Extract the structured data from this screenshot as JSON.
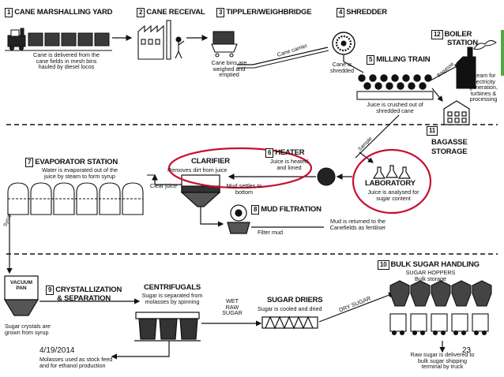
{
  "slide": {
    "date": "4/19/2014",
    "page_number": "23",
    "accent_bar_color": "#53a93f",
    "highlight_color": "#c8102e"
  },
  "diagram": {
    "steps": {
      "s1": {
        "num": "1",
        "title": "CANE MARSHALLING YARD",
        "desc_l1": "Cane is delivered from the",
        "desc_l2": "cane fields in mesh bins",
        "desc_l3": "hauled by diesel locos"
      },
      "s2": {
        "num": "2",
        "title": "CANE RECEIVAL"
      },
      "s3": {
        "num": "3",
        "title": "TIPPLER/WEIGHBRIDGE",
        "desc_l1": "Cane bins are",
        "desc_l2": "weighed and",
        "desc_l3": "emptied"
      },
      "s4": {
        "num": "4",
        "title": "SHREDDER",
        "desc_l1": "Cane is",
        "desc_l2": "shredded"
      },
      "s5": {
        "num": "5",
        "title": "MILLING TRAIN",
        "desc_l1": "Juice is crushed out of",
        "desc_l2": "shredded cane"
      },
      "s6": {
        "num": "6",
        "title": "HEATER",
        "desc_l1": "Juice is heated",
        "desc_l2": "and limed"
      },
      "s7": {
        "num": "7",
        "title": "EVAPORATOR STATION",
        "desc_l1": "Water is evaporated out of the",
        "desc_l2": "juice by steam to form syrup"
      },
      "s8": {
        "num": "8",
        "title": "MUD FILTRATION",
        "desc_l1": "Mud is returned to the",
        "desc_l2": "Canefields as fertiliser"
      },
      "s9": {
        "num": "9",
        "title_l1": "CRYSTALLIZATION",
        "title_l2": "& SEPARATION"
      },
      "s10": {
        "num": "10",
        "title": "BULK SUGAR HANDLING",
        "sub_l1": "SUGAR HOPPERS",
        "sub_l2": "Bulk storage",
        "desc_l1": "Raw sugar is delivered to",
        "desc_l2": "bulk sugar shipping",
        "desc_l3": "terminal by truck"
      },
      "s11": {
        "num": "11",
        "title_l1": "BAGASSE",
        "title_l2": "STORAGE"
      },
      "s12": {
        "num": "12",
        "title_l1": "BOILER",
        "title_l2": "STATION",
        "desc_l1": "Steam for",
        "desc_l2": "electricity",
        "desc_l3": "generation,",
        "desc_l4": "turbines &",
        "desc_l5": "processing"
      },
      "lab": {
        "title": "LABORATORY",
        "desc_l1": "Juice is analysed for",
        "desc_l2": "sugar content"
      },
      "clarifier": {
        "title": "CLARIFIER",
        "desc": "Removes dirt from juice",
        "mud_l1": "Mud settles to",
        "mud_l2": "bottom"
      },
      "centrifugals": {
        "title": "CENTRIFUGALS",
        "desc_l1": "Sugar is separated from",
        "desc_l2": "molasses by spinning"
      },
      "driers": {
        "title": "SUGAR DRIERS",
        "desc": "Sugar is cooled and dried"
      }
    },
    "labels": {
      "cane_carrier": "Cane carrier",
      "bagasse": "Bagasse",
      "sample": "Sample",
      "clear_juice": "Clear juice",
      "filter_mud": "Filter mud",
      "syrup": "Syrup",
      "vacuum_l1": "VACUUM",
      "vacuum_l2": "PAN",
      "crystals_l1": "Sugar crystals are",
      "crystals_l2": "grown from syrup",
      "molasses_l1": "Molasses used as stock feed",
      "molasses_l2": "and for ethanol production",
      "wet_l1": "WET",
      "wet_l2": "RAW",
      "wet_l3": "SUGAR",
      "dry_sugar": "DRY SUGAR"
    }
  }
}
